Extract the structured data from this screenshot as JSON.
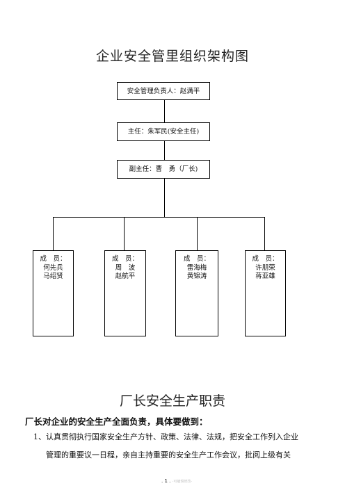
{
  "header_mark": "",
  "title": "企业安全管里组织架构图",
  "chart": {
    "head": "安全管理负责人：赵满平",
    "director": "主任：朱军民(安全主任)",
    "deputy": "副主任：曹　勇（厂长)",
    "members": [
      {
        "label": "成　员：",
        "names": [
          "何先兵",
          "马绍贤"
        ]
      },
      {
        "label": "成　员：",
        "names": [
          "周　波",
          "赵航平"
        ]
      },
      {
        "label": "成　员：",
        "names": [
          "雷海梅",
          "黄锦涛"
        ]
      },
      {
        "label": "成　员：",
        "names": [
          "许朋荣",
          "蒋亚雄"
        ]
      }
    ]
  },
  "section_title": "厂长安全生产职责",
  "lead": "厂长对企业的安全生产全面负责，具体要做到：",
  "paragraph_line1": "1、认真贯彻执行国家安全生产方针、政策、法律、法规，把安全工作列入企业",
  "paragraph_line2": "管理的重要议一日程，亲自主持重要的安全生产工作会议，批阅上级有关",
  "footer": {
    "page": ". 1 .",
    "faint": "-可编辑修改-"
  }
}
